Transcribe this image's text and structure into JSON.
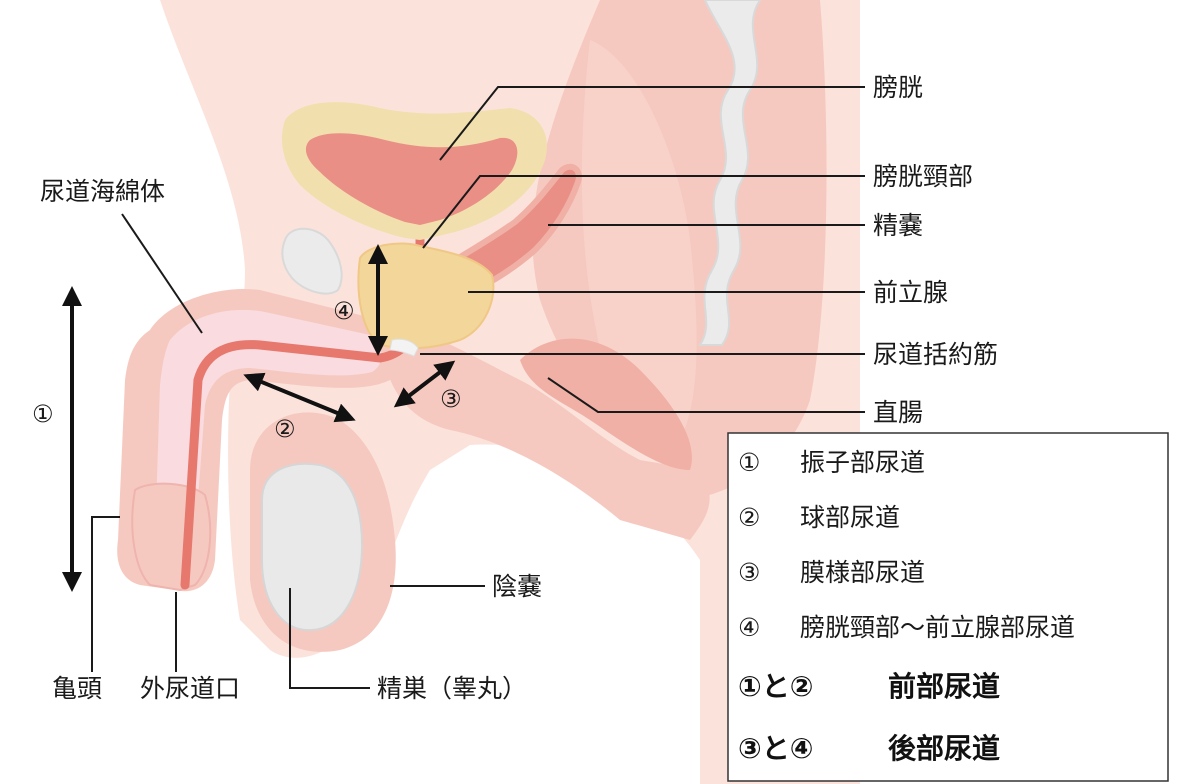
{
  "labels": {
    "bladder": "膀胱",
    "bladder_neck": "膀胱頸部",
    "seminal_vesicle": "精嚢",
    "prostate": "前立腺",
    "sphincter": "尿道括約筋",
    "rectum": "直腸",
    "spongiosum": "尿道海綿体",
    "scrotum": "陰嚢",
    "testis": "精巣（睾丸）",
    "glans": "亀頭",
    "meatus": "外尿道口"
  },
  "markers": {
    "m1": "①",
    "m2": "②",
    "m3": "③",
    "m4": "④"
  },
  "legend": {
    "items": [
      {
        "marker": "①",
        "text": "振子部尿道"
      },
      {
        "marker": "②",
        "text": "球部尿道"
      },
      {
        "marker": "③",
        "text": "膜様部尿道"
      },
      {
        "marker": "④",
        "text": "膀胱頸部～前立腺部尿道"
      }
    ],
    "groups": [
      {
        "combo": "①と②",
        "text": "前部尿道"
      },
      {
        "combo": "③と④",
        "text": "後部尿道"
      }
    ]
  },
  "colors": {
    "skin_light": "#fbe3dc",
    "skin_mid": "#f6c9c0",
    "skin_dark": "#f0b0a6",
    "bladder_wall": "#f2dfae",
    "bladder_inner": "#e98f86",
    "prostate": "#f3d69a",
    "urethra": "#e6786d",
    "spine": "#ebebeb",
    "testis": "#e9e9e9"
  }
}
